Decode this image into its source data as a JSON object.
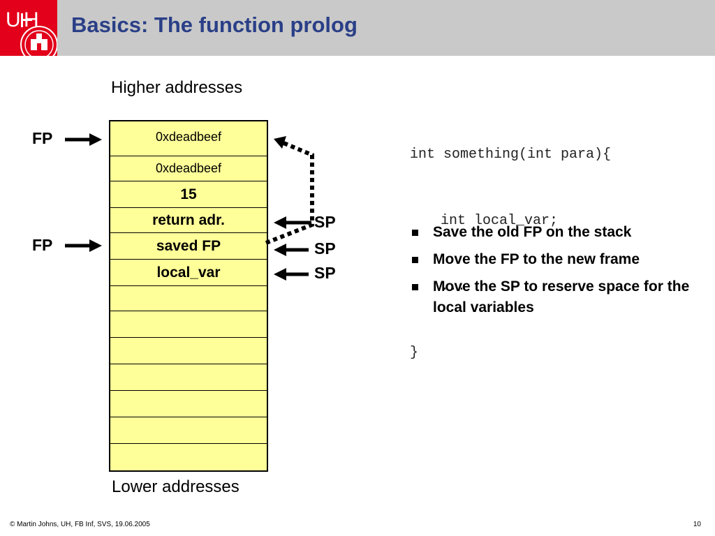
{
  "header": {
    "logo_text": "UHH",
    "title": "Basics: The function prolog",
    "background_color": "#c9c9c9",
    "title_color": "#2a3f87",
    "logo_color": "#e2001a"
  },
  "diagram": {
    "higher_label": "Higher addresses",
    "lower_label": "Lower addresses",
    "cell_color": "#ffff99",
    "cells": [
      "0xdeadbeef",
      "0xdeadbeef",
      "15",
      "return adr.",
      "saved FP",
      "local_var",
      "",
      "",
      "",
      "",
      "",
      "",
      ""
    ],
    "fp_labels": [
      "FP",
      "FP"
    ],
    "sp_labels": [
      "SP",
      "SP",
      "SP"
    ]
  },
  "code": {
    "lines": [
      "int something(int para){",
      "  int local_var;",
      "  ...",
      "}"
    ]
  },
  "bullets": [
    "Save the old FP on the stack",
    "Move the FP to the new frame",
    "Move the SP to reserve space for the local variables"
  ],
  "footer": {
    "left": "©   Martin Johns, UH, FB Inf, SVS, 19.06.2005",
    "page_number": "10"
  }
}
